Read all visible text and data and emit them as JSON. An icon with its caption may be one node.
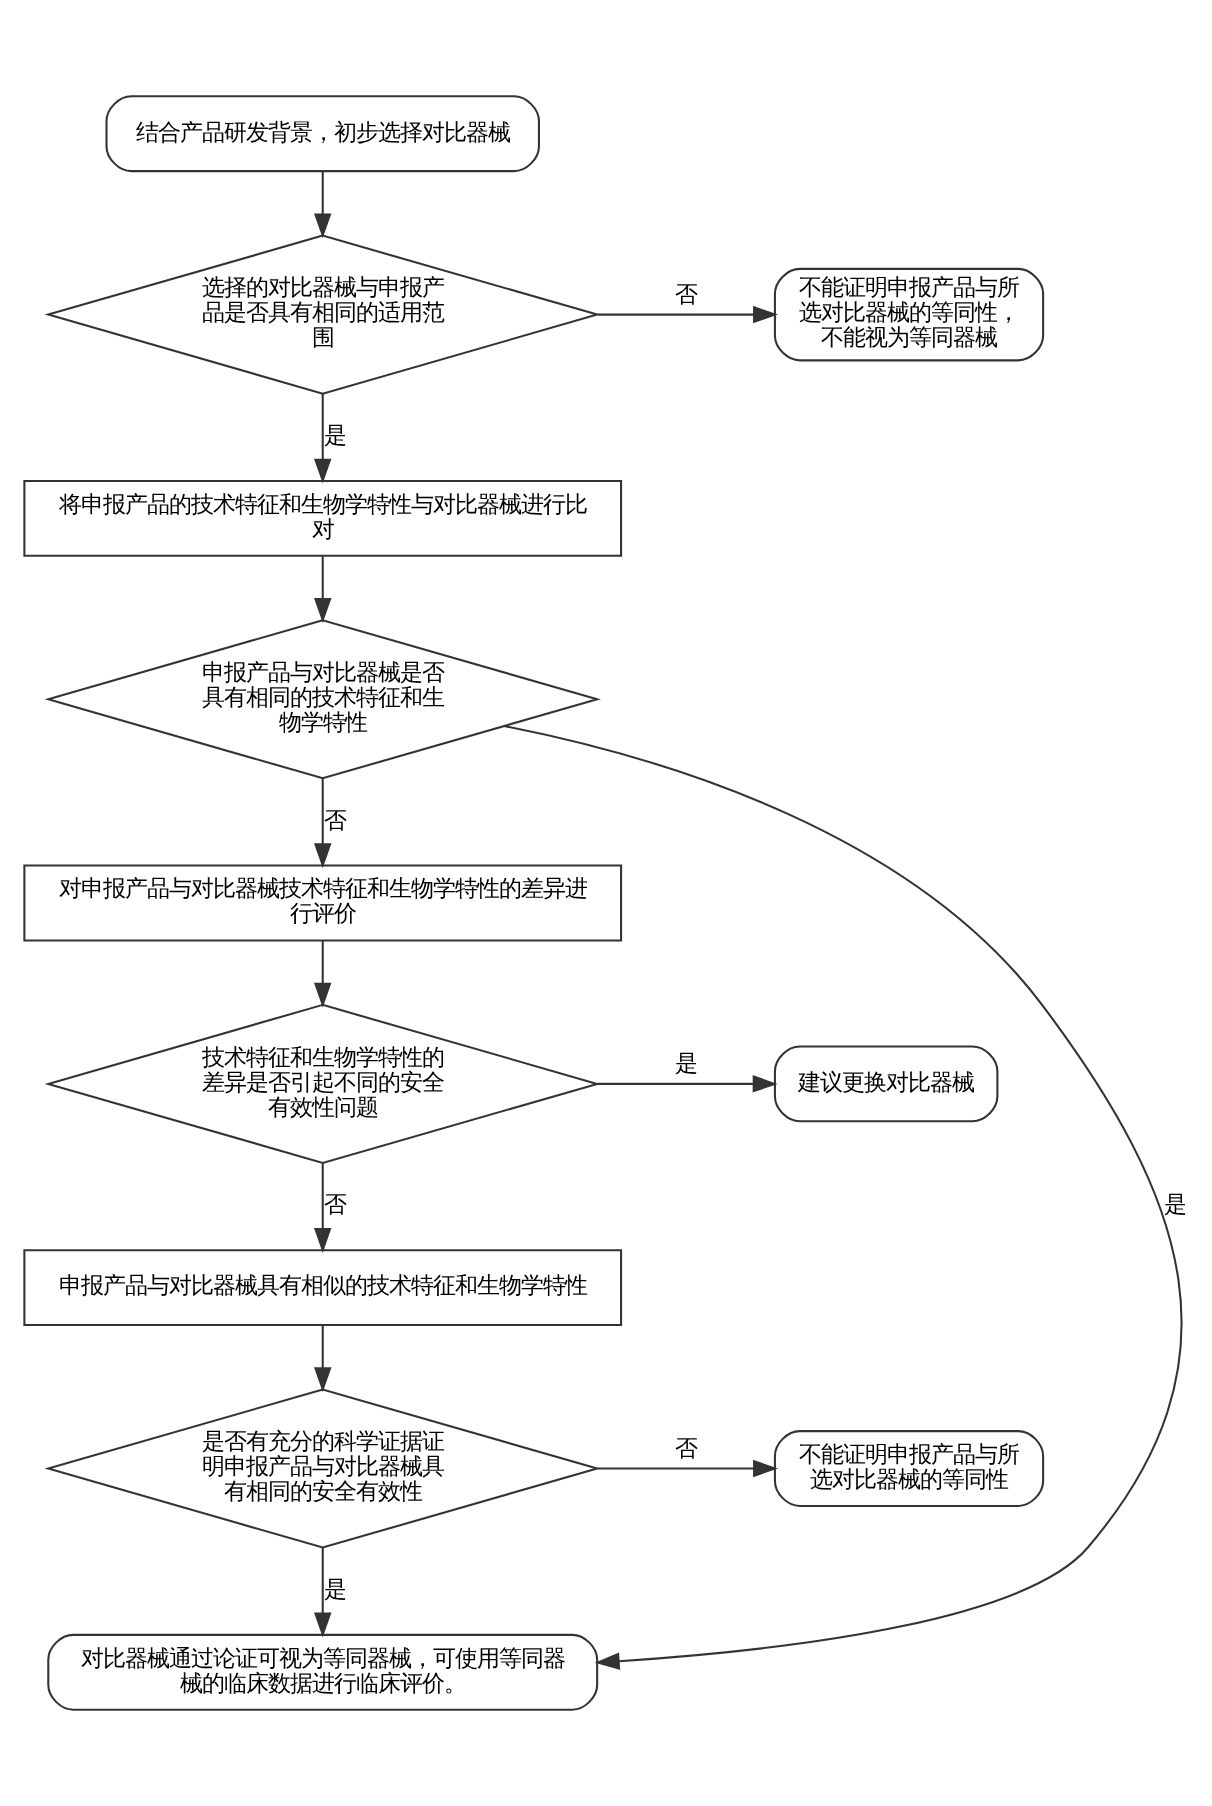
{
  "diagram": {
    "nodes": [
      {
        "text": [
          "结合产品研发背景，初步选择对比器械"
        ]
      },
      {
        "text": [
          "选择的对比器械与申报产品是否具有相同的适用范围"
        ]
      },
      {
        "text": [
          "不能证明申报产品与所选对比器械的等同性，不能视为等同器械"
        ]
      },
      {
        "text": [
          "将申报产品的技术特征和生物学特性与对比器械进行比对"
        ]
      },
      {
        "text": [
          "申报产品与对比器械是否具有相同的技术特征和生物学特性"
        ]
      },
      {
        "text": [
          "对申报产品与对比器械技术特征和生物学特性的差异进行评价"
        ]
      },
      {
        "text": [
          "技术特征和生物学特性的差异是否引起不同的安全有效性问题"
        ]
      },
      {
        "text": [
          "建议更换对比器械"
        ]
      },
      {
        "text": [
          "申报产品与对比器械具有相似的技术特征和生物学特性"
        ]
      },
      {
        "text": [
          "是否有充分的科学证据证明申报产品与对比器械具有相同的安全有效性"
        ]
      },
      {
        "text": [
          "不能证明申报产品与所选对比器械的等同性"
        ]
      },
      {
        "text": [
          "对比器械通过论证可视为等同器械，可使用等同器械的临床数据进行临床评价。"
        ]
      }
    ],
    "edges": [
      {
        "from": 0,
        "to": 1,
        "arrow": "to"
      },
      {
        "from": 1,
        "to": 2,
        "arrow": "to",
        "label": "否"
      },
      {
        "from": 1,
        "to": 3,
        "arrow": "to",
        "label": "是"
      },
      {
        "from": 3,
        "to": 4,
        "arrow": "to"
      },
      {
        "from": 4,
        "to": 11,
        "arrow": "to",
        "label": "是"
      },
      {
        "from": 4,
        "to": 5,
        "arrow": "to",
        "label": "否"
      },
      {
        "from": 5,
        "to": 6,
        "arrow": "to"
      },
      {
        "from": 6,
        "to": 7,
        "arrow": "to",
        "label": "是"
      },
      {
        "from": 6,
        "to": 8,
        "arrow": "to",
        "label": "否"
      },
      {
        "from": 8,
        "to": 9,
        "arrow": "to"
      },
      {
        "from": 9,
        "to": 10,
        "arrow": "to",
        "label": "否"
      },
      {
        "from": 9,
        "to": 11,
        "arrow": "to",
        "label": "是"
      }
    ]
  }
}
